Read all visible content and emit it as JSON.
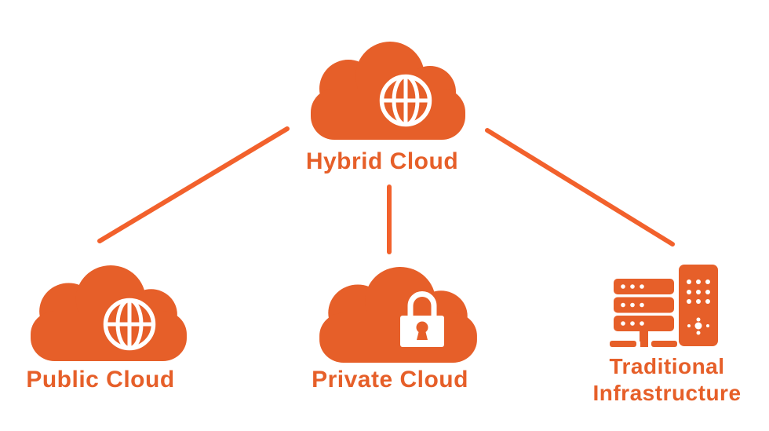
{
  "diagram": {
    "type": "hybrid-cloud-architecture",
    "colors": {
      "primary": "#e65f29",
      "connector": "#f2612c",
      "icon": "#ffffff",
      "background": "#ffffff"
    },
    "nodes": {
      "hybrid": {
        "label": "Hybrid Cloud",
        "icon": "globe-icon"
      },
      "public": {
        "label": "Public Cloud",
        "icon": "globe-icon"
      },
      "private": {
        "label": "Private Cloud",
        "icon": "lock-icon"
      },
      "traditional": {
        "label_line1": "Traditional",
        "label_line2": "Infrastructure",
        "icon": "server-rack-icon"
      }
    },
    "edges": [
      {
        "from": "hybrid",
        "to": "public"
      },
      {
        "from": "hybrid",
        "to": "private"
      },
      {
        "from": "hybrid",
        "to": "traditional"
      }
    ]
  }
}
